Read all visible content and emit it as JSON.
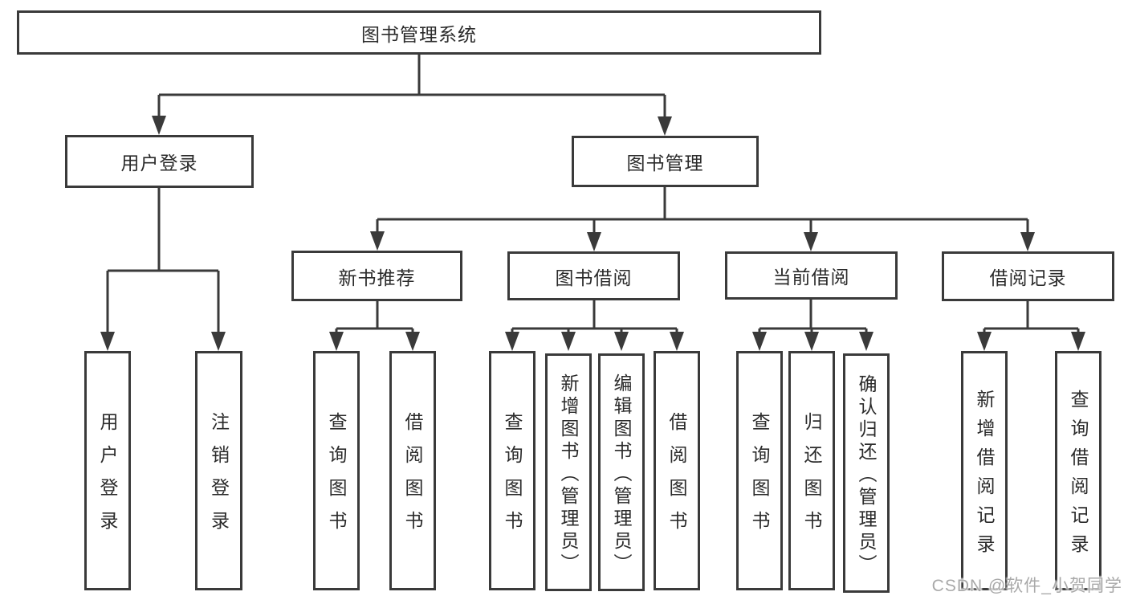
{
  "diagram_type": "hierarchy-tree",
  "tree": {
    "label": "图书管理系统",
    "children": [
      {
        "label": "用户登录",
        "children": [
          {
            "label": "用户登录"
          },
          {
            "label": "注销登录"
          }
        ]
      },
      {
        "label": "图书管理",
        "children": [
          {
            "label": "新书推荐",
            "children": [
              {
                "label": "查询图书"
              },
              {
                "label": "借阅图书"
              }
            ]
          },
          {
            "label": "图书借阅",
            "children": [
              {
                "label": "查询图书"
              },
              {
                "label": "新增图书（管理员）"
              },
              {
                "label": "编辑图书（管理员）"
              },
              {
                "label": "借阅图书"
              }
            ]
          },
          {
            "label": "当前借阅",
            "children": [
              {
                "label": "查询图书"
              },
              {
                "label": "归还图书"
              },
              {
                "label": "确认归还（管理员）"
              }
            ]
          },
          {
            "label": "借阅记录",
            "children": [
              {
                "label": "新增借阅记录"
              },
              {
                "label": "查询借阅记录"
              }
            ]
          }
        ]
      }
    ]
  },
  "watermark": "CSDN @软件_小贺同学",
  "colors": {
    "line": "#3a3a3a",
    "text": "#2b2b2b",
    "background": "#ffffff",
    "watermark_text": "#a9a9a9"
  }
}
